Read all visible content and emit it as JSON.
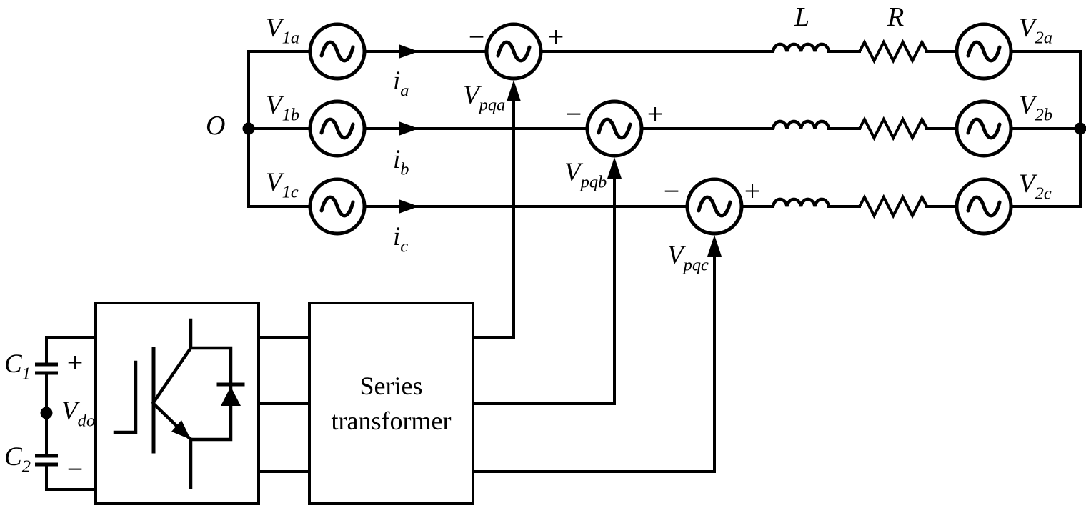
{
  "colors": {
    "line": "#000000",
    "background": "#ffffff"
  },
  "labels": {
    "o": "O",
    "v1a": {
      "base": "V",
      "sub": "1a"
    },
    "v1b": {
      "base": "V",
      "sub": "1b"
    },
    "v1c": {
      "base": "V",
      "sub": "1c"
    },
    "ia": {
      "base": "i",
      "sub": "a"
    },
    "ib": {
      "base": "i",
      "sub": "b"
    },
    "ic": {
      "base": "i",
      "sub": "c"
    },
    "vpqa": {
      "base": "V",
      "sub": "pqa"
    },
    "vpqb": {
      "base": "V",
      "sub": "pqb"
    },
    "vpqc": {
      "base": "V",
      "sub": "pqc"
    },
    "inductor": "L",
    "resistor": "R",
    "v2a": {
      "base": "V",
      "sub": "2a"
    },
    "v2b": {
      "base": "V",
      "sub": "2b"
    },
    "v2c": {
      "base": "V",
      "sub": "2c"
    },
    "c1": {
      "base": "C",
      "sub": "1"
    },
    "c2": {
      "base": "C",
      "sub": "2"
    },
    "vdo": {
      "base": "V",
      "sub": "do"
    },
    "plus": "+",
    "minus": "−"
  },
  "blocks": {
    "series_transformer_line1": "Series",
    "series_transformer_line2": "transformer"
  }
}
